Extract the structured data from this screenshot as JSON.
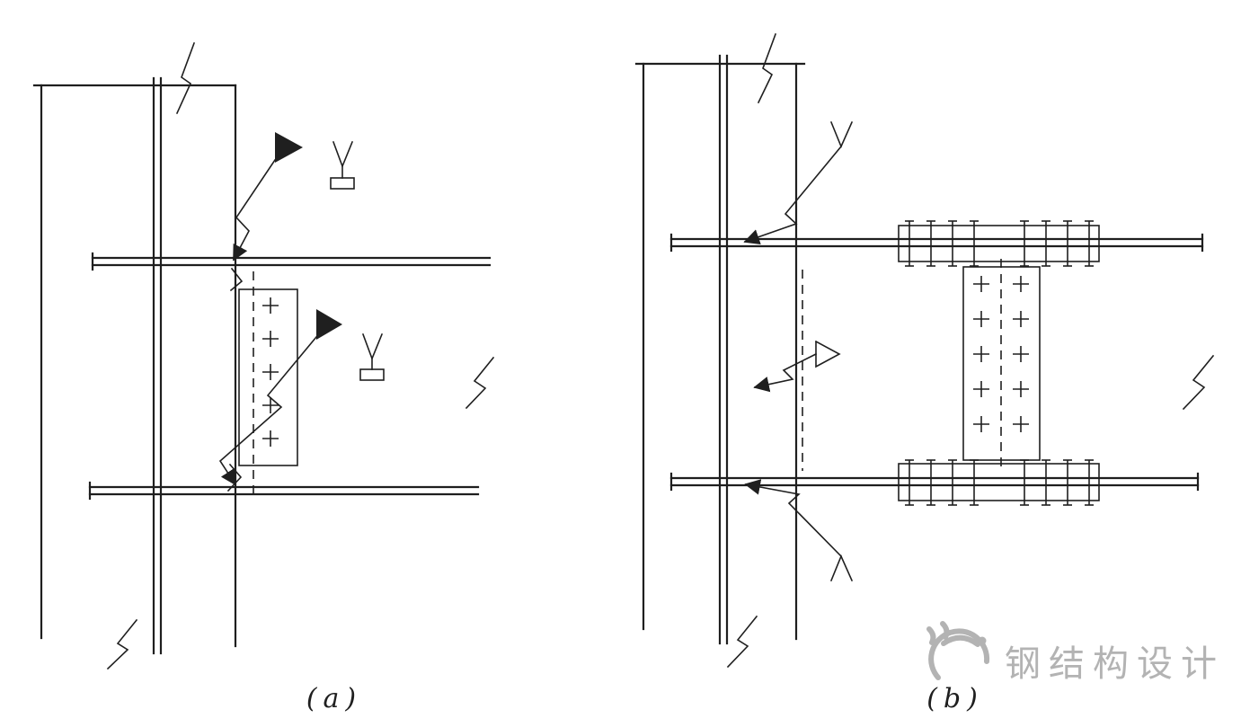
{
  "figure": {
    "type": "steel-connection-detail-drawing",
    "panels": [
      {
        "id": "a",
        "label": "(a)"
      },
      {
        "id": "b",
        "label": "(b)"
      }
    ]
  },
  "labels": {
    "panel_a": "(a)",
    "panel_b": "(b)"
  },
  "watermark": {
    "text": "钢结构设计"
  },
  "colors": {
    "ink": "#1f1f1f",
    "watermark": "#b3b3b3",
    "background": "#ffffff"
  }
}
